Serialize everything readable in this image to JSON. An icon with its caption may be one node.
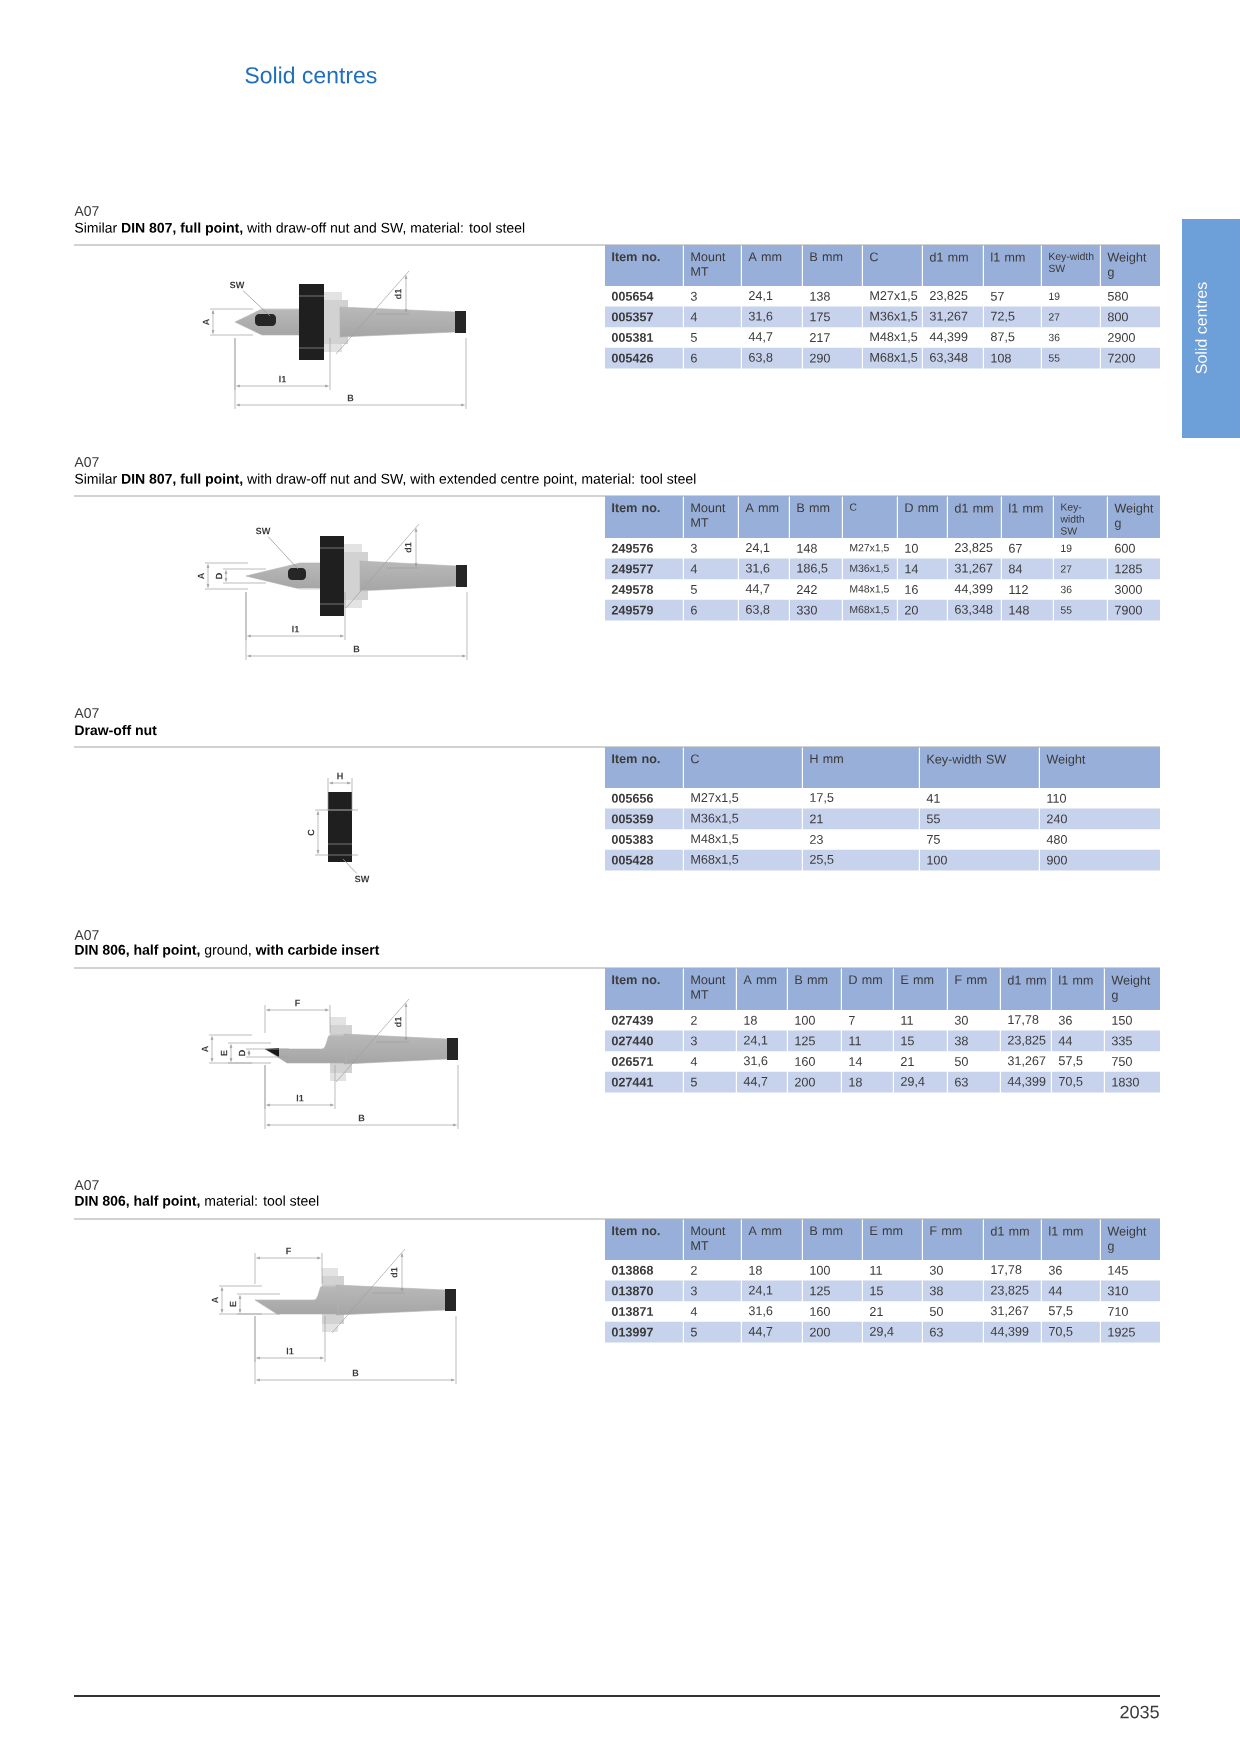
{
  "diagram": {
    "title": "Solid centres",
    "nodes": [
      {
        "text": [
          "SW"
        ]
      },
      {
        "text": [
          "SW"
        ]
      },
      {
        "text": [
          "SW"
        ]
      }
    ],
    "edges": [
      {
        "from": 0,
        "to": null,
        "arrow": "none"
      },
      {
        "from": 1,
        "to": null,
        "arrow": "none"
      },
      {
        "from": 2,
        "to": null,
        "arrow": "none"
      }
    ],
    "labels": [
      "A07",
      "Similar **DIN 807, full point,** with draw-off nut and SW, material: tool steel",
      "d1",
      "A",
      "l1",
      "B",
      "Item no.",
      "Mount MT",
      "A mm",
      "B mm",
      "C",
      "d1 mm",
      "l1 mm",
      "Key-width SW",
      "Weight g",
      "005654",
      "3",
      "24,1",
      "138",
      "M27x1,5",
      "23,825",
      "57",
      "19",
      "580",
      "005357",
      "4",
      "31,6",
      "175",
      "M36x1,5",
      "31,267",
      "72,5",
      "27",
      "800",
      "005381",
      "5",
      "44,7",
      "217",
      "M48x1,5",
      "44,399",
      "87,5",
      "36",
      "2900",
      "005426",
      "6",
      "63,8",
      "290",
      "M68x1,5",
      "63,348",
      "108",
      "55",
      "7200",
      "A07",
      "Similar **DIN 807, full point,** with draw-off nut and SW, with extended centre point, material: tool steel",
      "d1",
      "A",
      "D",
      "l1",
      "B",
      "Item no.",
      "Mount MT",
      "A mm",
      "B mm",
      "C",
      "D mm",
      "d1 mm",
      "l1 mm",
      "Key-width SW",
      "Weight g",
      "249576",
      "3",
      "24,1",
      "148",
      "M27x1,5",
      "10",
      "23,825",
      "67",
      "19",
      "600",
      "249577",
      "4",
      "31,6",
      "186,5",
      "M36x1,5",
      "14",
      "31,267",
      "84",
      "27",
      "1285",
      "249578",
      "5",
      "44,7",
      "242",
      "M48x1,5",
      "16",
      "44,399",
      "112",
      "36",
      "3000",
      "249579",
      "6",
      "63,8",
      "330",
      "M68x1,5",
      "20",
      "63,348",
      "148",
      "55",
      "7900",
      "A07",
      "Draw-off nut",
      "H",
      "C",
      "Item no.",
      "C",
      "H mm",
      "Key-width SW",
      "Weight",
      "005656",
      "M27x1,5",
      "17,5",
      "41",
      "110",
      "005359",
      "M36x1,5",
      "21",
      "55",
      "240",
      "005383",
      "M48x1,5",
      "23",
      "75",
      "480",
      "005428",
      "M68x1,5",
      "25,5",
      "100",
      "900",
      "A07",
      "**DIN 806, half point,** ground, **with carbide insert**",
      "F",
      "d1",
      "A",
      "E",
      "D",
      "l1",
      "B",
      "Item no.",
      "Mount MT",
      "A mm",
      "B mm",
      "D mm",
      "E mm",
      "F mm",
      "d1 mm",
      "l1 mm",
      "Weight g",
      "027439",
      "2",
      "18",
      "100",
      "7",
      "11",
      "30",
      "17,78",
      "36",
      "150",
      "027440",
      "3",
      "24,1",
      "125",
      "11",
      "15",
      "38",
      "23,825",
      "44",
      "335",
      "026571",
      "4",
      "31,6",
      "160",
      "14",
      "21",
      "50",
      "31,267",
      "57,5",
      "750",
      "027441",
      "5",
      "44,7",
      "200",
      "18",
      "29,4",
      "63",
      "44,399",
      "70,5",
      "1830",
      "A07",
      "**DIN 806, half point,** material: tool steel",
      "F",
      "d1",
      "A",
      "E",
      "l1",
      "B",
      "Item no.",
      "Mount MT",
      "A mm",
      "B mm",
      "E mm",
      "F mm",
      "d1 mm",
      "l1 mm",
      "Weight g",
      "013868",
      "2",
      "18",
      "100",
      "11",
      "30",
      "17,78",
      "36",
      "145",
      "013870",
      "3",
      "24,1",
      "125",
      "15",
      "38",
      "23,825",
      "44",
      "310",
      "013871",
      "4",
      "31,6",
      "160",
      "21",
      "50",
      "31,267",
      "57,5",
      "710",
      "013997",
      "5",
      "44,7",
      "200",
      "29,4",
      "63",
      "44,399",
      "70,5",
      "1925",
      "Solid centres",
      "2035"
    ]
  }
}
